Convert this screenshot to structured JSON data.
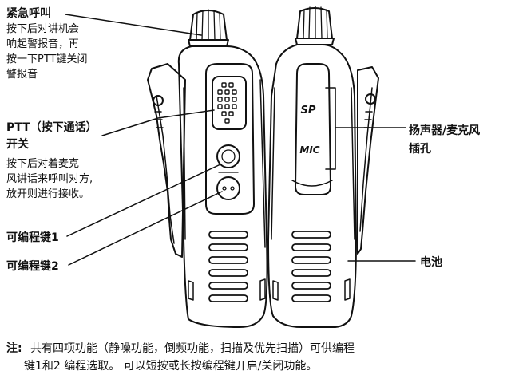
{
  "labels": {
    "emergency": {
      "title": "紧急呼叫",
      "lines": [
        "按下后对讲机会",
        "响起警报音，再",
        "按一下PTT键关闭",
        "警报音"
      ]
    },
    "ptt": {
      "title_lines": [
        "PTT（按下通话）",
        "开关"
      ],
      "lines": [
        "按下后对着麦克",
        "风讲话来呼叫对方,",
        "放开则进行接收。"
      ]
    },
    "prog1": {
      "title": "可编程键1"
    },
    "prog2": {
      "title": "可编程键2"
    },
    "speaker_mic": {
      "title_lines": [
        "扬声器/麦克风",
        "插孔"
      ]
    },
    "battery": {
      "title": "电池"
    }
  },
  "device_marks": {
    "sp": "SP",
    "mic": "MIC"
  },
  "note": {
    "prefix": "注:",
    "line1": "共有四项功能（静噪功能，倒频功能，扫描及优先扫描）可供编程",
    "line2": "键1和2 编程选取。  可以短按或长按编程键开启/关闭功能。"
  },
  "colors": {
    "ink": "#111111",
    "background": "#ffffff"
  }
}
